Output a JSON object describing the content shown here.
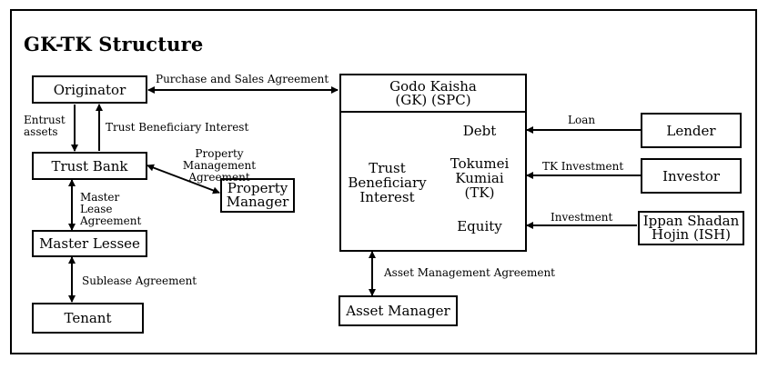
{
  "title": "GK-TK Structure",
  "nodes": {
    "originator": "Originator",
    "trust_bank": "Trust Bank",
    "property_manager": "Property Manager",
    "master_lessee": "Master Lessee",
    "tenant": "Tenant",
    "gk": "Godo Kaisha (GK) (SPC)",
    "trust_beneficiary_interest": "Trust Beneficiary Interest",
    "debt": "Debt",
    "tk": "Tokumei Kumiai (TK)",
    "equity": "Equity",
    "asset_manager": "Asset Manager",
    "lender": "Lender",
    "investor": "Investor",
    "ish": "Ippan Shadan Hojin (ISH)"
  },
  "edges": {
    "purchase_sales": "Purchase and Sales Agreement",
    "entrust_assets": "Entrust assets",
    "trust_beneficiary_interest": "Trust Beneficiary Interest",
    "property_management": "Property Management Agreement",
    "master_lease": "Master Lease Agreement",
    "sublease": "Sublease Agreement",
    "asset_management": "Asset Management Agreement",
    "loan": "Loan",
    "tk_investment": "TK Investment",
    "investment": "Investment"
  }
}
